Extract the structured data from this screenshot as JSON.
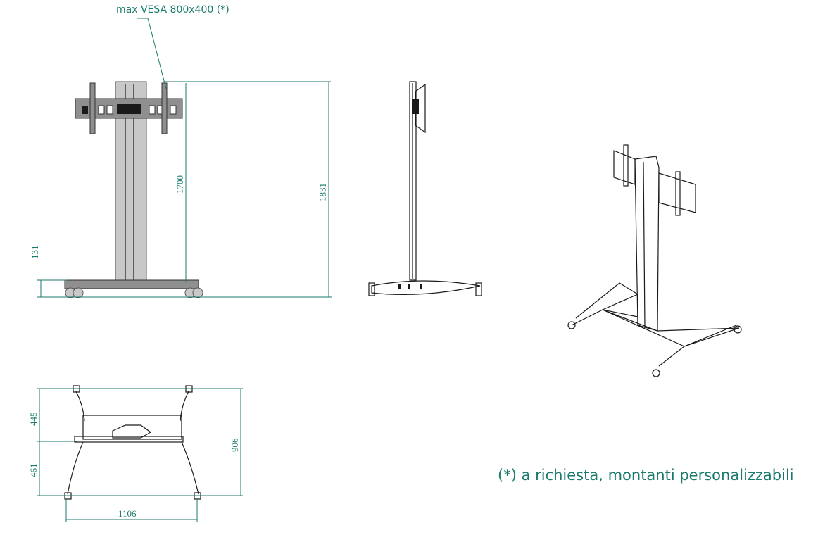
{
  "notes": {
    "vesa": "max VESA 800x400 (*)",
    "footnote": "(*) a richiesta, montanti  personalizzabili"
  },
  "dimensions": {
    "front_height_inner": "1700",
    "front_height_total": "1831",
    "base_height": "131",
    "top_depth_front": "445",
    "top_depth_rear": "461",
    "top_depth_total": "906",
    "top_width": "1106"
  },
  "colors": {
    "dimension": "#1b7a6c",
    "line": "#1a1a1a"
  }
}
